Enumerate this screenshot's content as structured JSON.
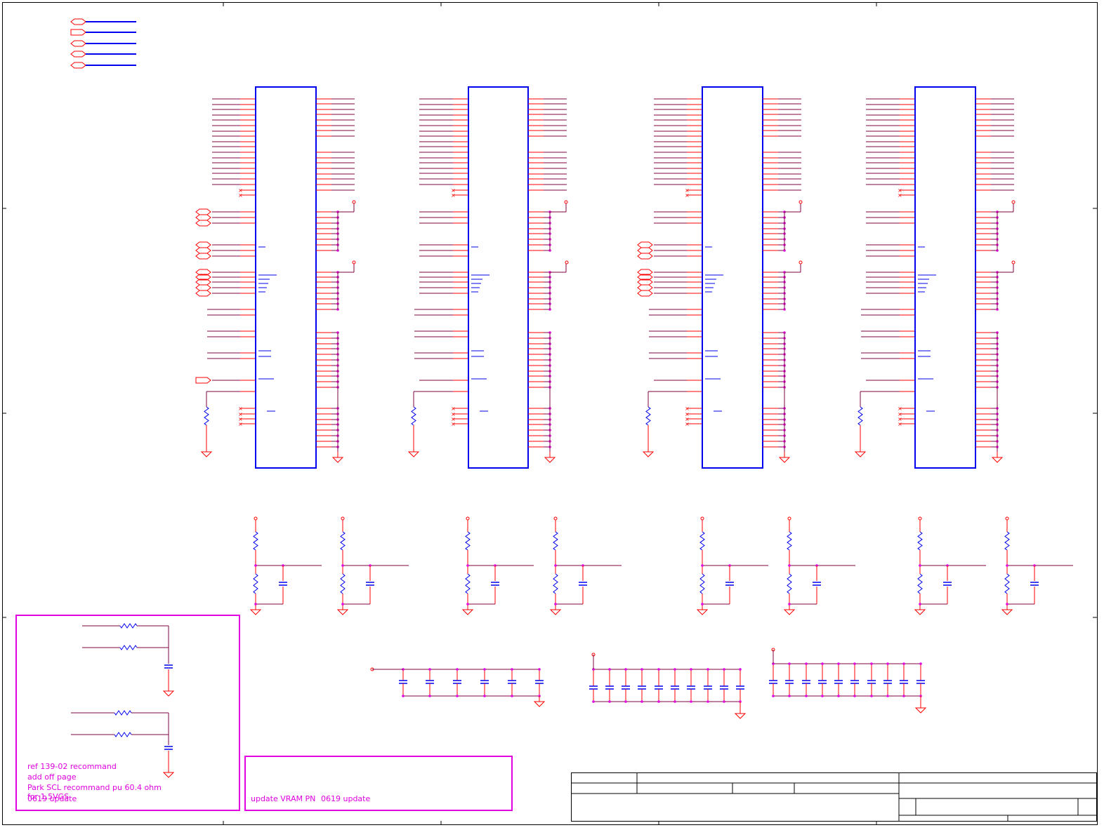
{
  "notes": {
    "left": [
      "ref 139-02 recommand",
      "add off page",
      "Park SCL recommand pu 60.4 ohm",
      "for 1.5VGS"
    ],
    "left_overlap": "0619 update",
    "right_a": "update VRAM PN",
    "right_b": "0619 update"
  },
  "colors": {
    "wire": "#800040",
    "pin": "#ff0000",
    "component": "#0000ee",
    "note": "#e000e0",
    "frame": "#000000",
    "junction": "#e000e0"
  },
  "icons": {
    "port": "offpage-connector-icon",
    "ground": "ground-symbol-icon",
    "power": "power-rail-icon",
    "resistor": "resistor-icon",
    "capacitor": "capacitor-icon"
  }
}
